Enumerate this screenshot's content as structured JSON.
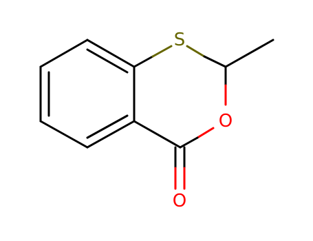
{
  "colors": {
    "carbon": "#000000",
    "sulfur": "#666600",
    "oxygen": "#ff0000",
    "background": "#ffffff"
  },
  "atoms": {
    "sulfur": {
      "symbol": "S",
      "color": "#666600"
    },
    "ring_oxygen": {
      "symbol": "O",
      "color": "#ff0000"
    },
    "carbonyl_oxygen": {
      "symbol": "O",
      "color": "#ff0000"
    }
  }
}
